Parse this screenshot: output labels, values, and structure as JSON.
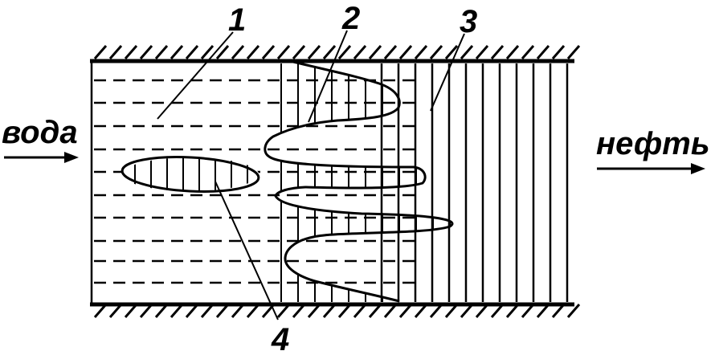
{
  "labels": {
    "inlet": "вода",
    "outlet": "нефть",
    "zone_1": "1",
    "zone_2": "2",
    "zone_3": "3",
    "zone_4": "4"
  },
  "colors": {
    "ink": "#000000",
    "background": "#ffffff"
  }
}
